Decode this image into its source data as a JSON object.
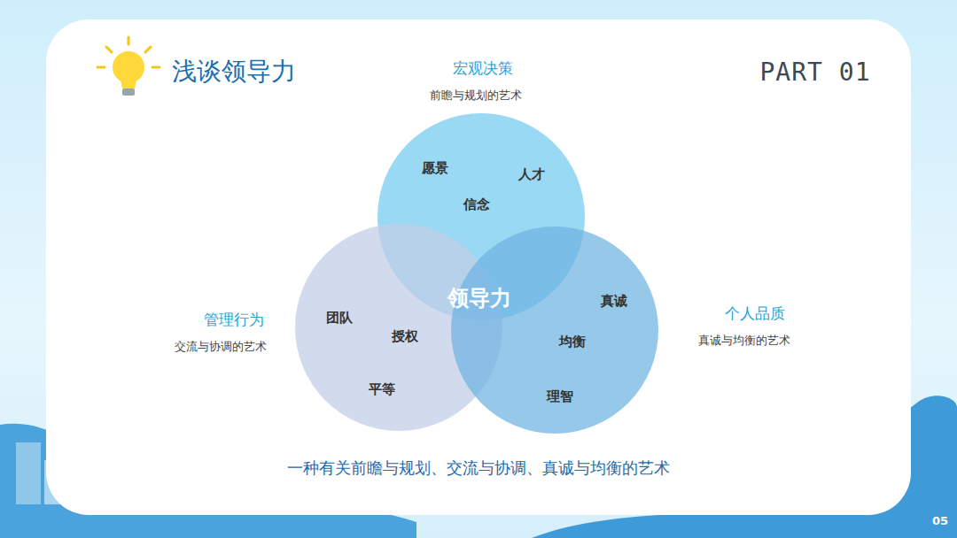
{
  "diagram": {
    "title": "浅谈领导力",
    "caption": "一种有关前瞻与规划、交流与协调、真诚与均衡的艺术",
    "nodes": [
      {
        "text": [
          "宏观决策",
          "前瞻与规划的艺术",
          "愿景",
          "人才",
          "信念"
        ]
      },
      {
        "text": [
          "管理行为",
          "交流与协调的艺术",
          "团队",
          "授权",
          "平等"
        ]
      },
      {
        "text": [
          "个人品质",
          "真诚与均衡的艺术",
          "真诚",
          "均衡",
          "理智"
        ]
      }
    ],
    "labels": [
      "领导力",
      "PART 01",
      "05"
    ]
  }
}
